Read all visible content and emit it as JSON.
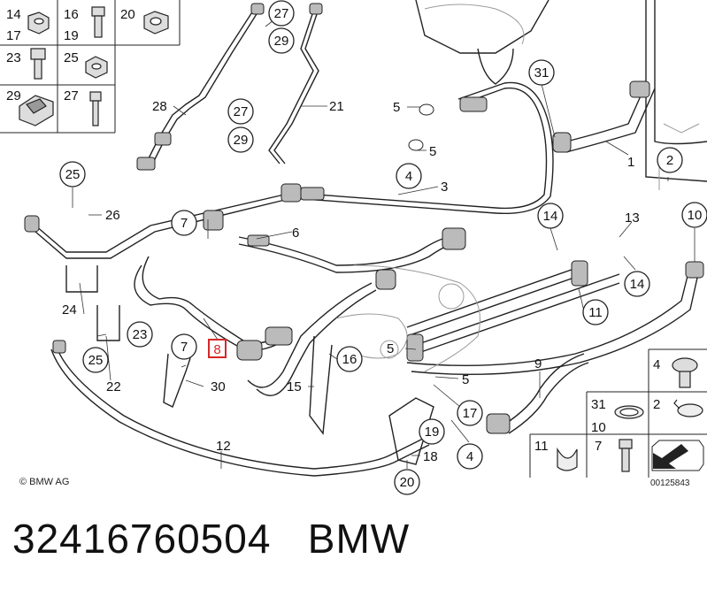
{
  "copyright": "© BMW AG",
  "reference": "00125843",
  "part_number": "32416760504",
  "brand": "BMW",
  "highlight_color": "#d62828",
  "grid_labels": {
    "c14": "14",
    "c17": "17",
    "c16": "16",
    "c19": "19",
    "c20": "20",
    "c23": "23",
    "c25": "25",
    "c29": "29",
    "c27": "27"
  },
  "right_legend": {
    "r4": "4",
    "r31": "31",
    "r2": "2",
    "r10": "10",
    "r11": "11",
    "r7": "7"
  },
  "callouts_circle": {
    "a27": "27",
    "a29": "29",
    "b27": "27",
    "b29": "29",
    "c31": "31",
    "c2": "2",
    "c10": "10",
    "c4a": "4",
    "c25a": "25",
    "c7a": "7",
    "c14a": "14",
    "c14b": "14",
    "c11": "11",
    "c23": "23",
    "c25b": "25",
    "c7b": "7",
    "c16": "16",
    "c17": "17",
    "c19": "19",
    "c4b": "4",
    "c20": "20"
  },
  "callouts_plain": {
    "p28": "28",
    "p21": "21",
    "p5a": "5",
    "p5b": "5",
    "p1": "1",
    "p3": "3",
    "p26": "26",
    "p6": "6",
    "p13": "13",
    "p24": "24",
    "p22": "22",
    "p30": "30",
    "p15": "15",
    "p5c": "5",
    "p5d": "5",
    "p9": "9",
    "p12": "12",
    "p18": "18"
  },
  "highlight_label": "8"
}
